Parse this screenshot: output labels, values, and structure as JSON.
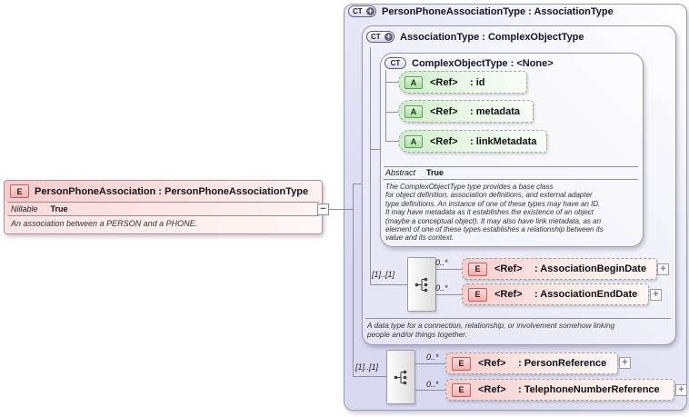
{
  "glyphs": {
    "plus": "+",
    "minus": "−"
  },
  "element": {
    "icon_label": "E",
    "title": "PersonPhoneAssociation : PersonPhoneAssociationType",
    "nillable_label": "Nillable",
    "nillable_value": "True",
    "description": "An association between a PERSON and a PHONE."
  },
  "types": {
    "outer": {
      "icon_label": "CT",
      "title": "PersonPhoneAssociationType : AssociationType"
    },
    "middle": {
      "icon_label": "CT",
      "title": "AssociationType : ComplexObjectType",
      "description": "A data type for a connection, relationship, or involvement somehow linking\npeople and/or things together."
    },
    "inner": {
      "icon_label": "CT",
      "title": "ComplexObjectType : <None>",
      "abstract_label": "Abstract",
      "abstract_value": "True",
      "description": "The ComplexObjectType type provides a base class\nfor object definition, association definitions, and external adapter\ntype definitions. An instance of one of these types may have an ID.\nIt may have metadata as it establishes the existence of an object\n(maybe a conceptual object). It may also have link metadata, as an\nelement of one of these types establishes a relationship between its\nvalue and its context."
    }
  },
  "attributes": [
    {
      "icon_label": "A",
      "ref": "<Ref>",
      "name": ": id"
    },
    {
      "icon_label": "A",
      "ref": "<Ref>",
      "name": ": metadata"
    },
    {
      "icon_label": "A",
      "ref": "<Ref>",
      "name": ": linkMetadata"
    }
  ],
  "sequences": {
    "middle": {
      "cardinality": "[1]..[1]",
      "items": [
        {
          "icon_label": "E",
          "occurs": "0..*",
          "ref": "<Ref>",
          "name": ": AssociationBeginDate"
        },
        {
          "icon_label": "E",
          "occurs": "0..*",
          "ref": "<Ref>",
          "name": ": AssociationEndDate"
        }
      ]
    },
    "outer": {
      "cardinality": "[1]..[1]",
      "items": [
        {
          "icon_label": "E",
          "occurs": "0..*",
          "ref": "<Ref>",
          "name": ": PersonReference"
        },
        {
          "icon_label": "E",
          "occurs": "0..*",
          "ref": "<Ref>",
          "name": ": TelephoneNumberReference"
        }
      ]
    }
  }
}
